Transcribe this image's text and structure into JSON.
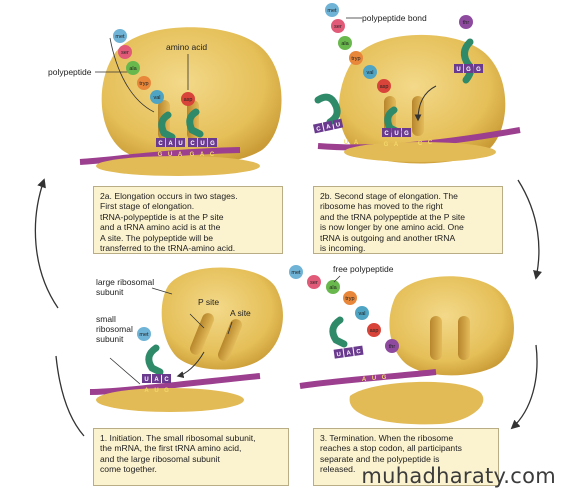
{
  "panels": {
    "2a": {
      "labels": {
        "polypeptide": "polypeptide",
        "amino_acid": "amino acid"
      },
      "amino_acids": [
        "met",
        "ser",
        "ala",
        "tryp",
        "val",
        "asp"
      ],
      "codons": [
        [
          "C",
          "A",
          "U"
        ],
        [
          "C",
          "U",
          "G"
        ]
      ],
      "mrna": [
        "G",
        "U",
        "A",
        "G",
        "A",
        "C"
      ],
      "caption": "2a. Elongation occurs in two stages.\nFirst stage of elongation.\ntRNA-polypeptide is at the P site\nand a tRNA amino acid is at the\nA site. The polypeptide will be\ntransferred to the tRNA-amino acid."
    },
    "2b": {
      "labels": {
        "polypeptide_bond": "polypeptide bond"
      },
      "amino_acids": [
        "met",
        "ser",
        "ala",
        "tryp",
        "val",
        "asp"
      ],
      "incoming_aa": "thr",
      "incoming_codon": [
        "U",
        "G",
        "G"
      ],
      "outgoing_codon": [
        "C",
        "A",
        "U"
      ],
      "codon": [
        "C",
        "U",
        "G"
      ],
      "mrna": [
        "U",
        "A",
        "G",
        "A",
        "C",
        "C"
      ],
      "caption": "2b. Second stage of elongation. The\nribosome has moved to the right\nand the tRNA polypeptide at the P site\nis now longer by one amino acid. One\ntRNA is outgoing and another tRNA\nis incoming."
    },
    "1": {
      "labels": {
        "large_subunit": "large ribosomal\nsubunit",
        "p_site": "P site",
        "a_site": "A site",
        "small_subunit": "small\nribosomal\nsubunit"
      },
      "amino_acid": "met",
      "codon": [
        "U",
        "A",
        "C"
      ],
      "mrna": [
        "A",
        "U",
        "G"
      ],
      "caption": "1. Initiation. The small ribosomal subunit,\nthe mRNA, the first tRNA amino acid,\nand the large ribosomal subunit\ncome together."
    },
    "3": {
      "labels": {
        "free_polypeptide": "free polypeptide"
      },
      "amino_acids": [
        "met",
        "ser",
        "ala",
        "tryp",
        "val",
        "asp",
        "thr"
      ],
      "codon": [
        "U",
        "A",
        "C"
      ],
      "mrna": [
        "A",
        "U",
        "G"
      ],
      "caption": "3. Termination. When the ribosome\nreaches a stop codon, all participants\nseparate and the polypeptide is\nreleased."
    }
  },
  "watermark": "muhadharaty.com",
  "colors": {
    "ribosome": "#e9c45d",
    "ribosome_shadow": "#c99a35",
    "trna": "#2f8a6a",
    "mrna": "#9b3f8e",
    "met": "#6fb3d6",
    "ser": "#e15a78",
    "ala": "#69b84d",
    "tryp": "#e8873a",
    "val": "#4fa4c4",
    "asp": "#d8443a",
    "thr": "#8e4a9f",
    "caption_bg": "#fbf2cf"
  }
}
